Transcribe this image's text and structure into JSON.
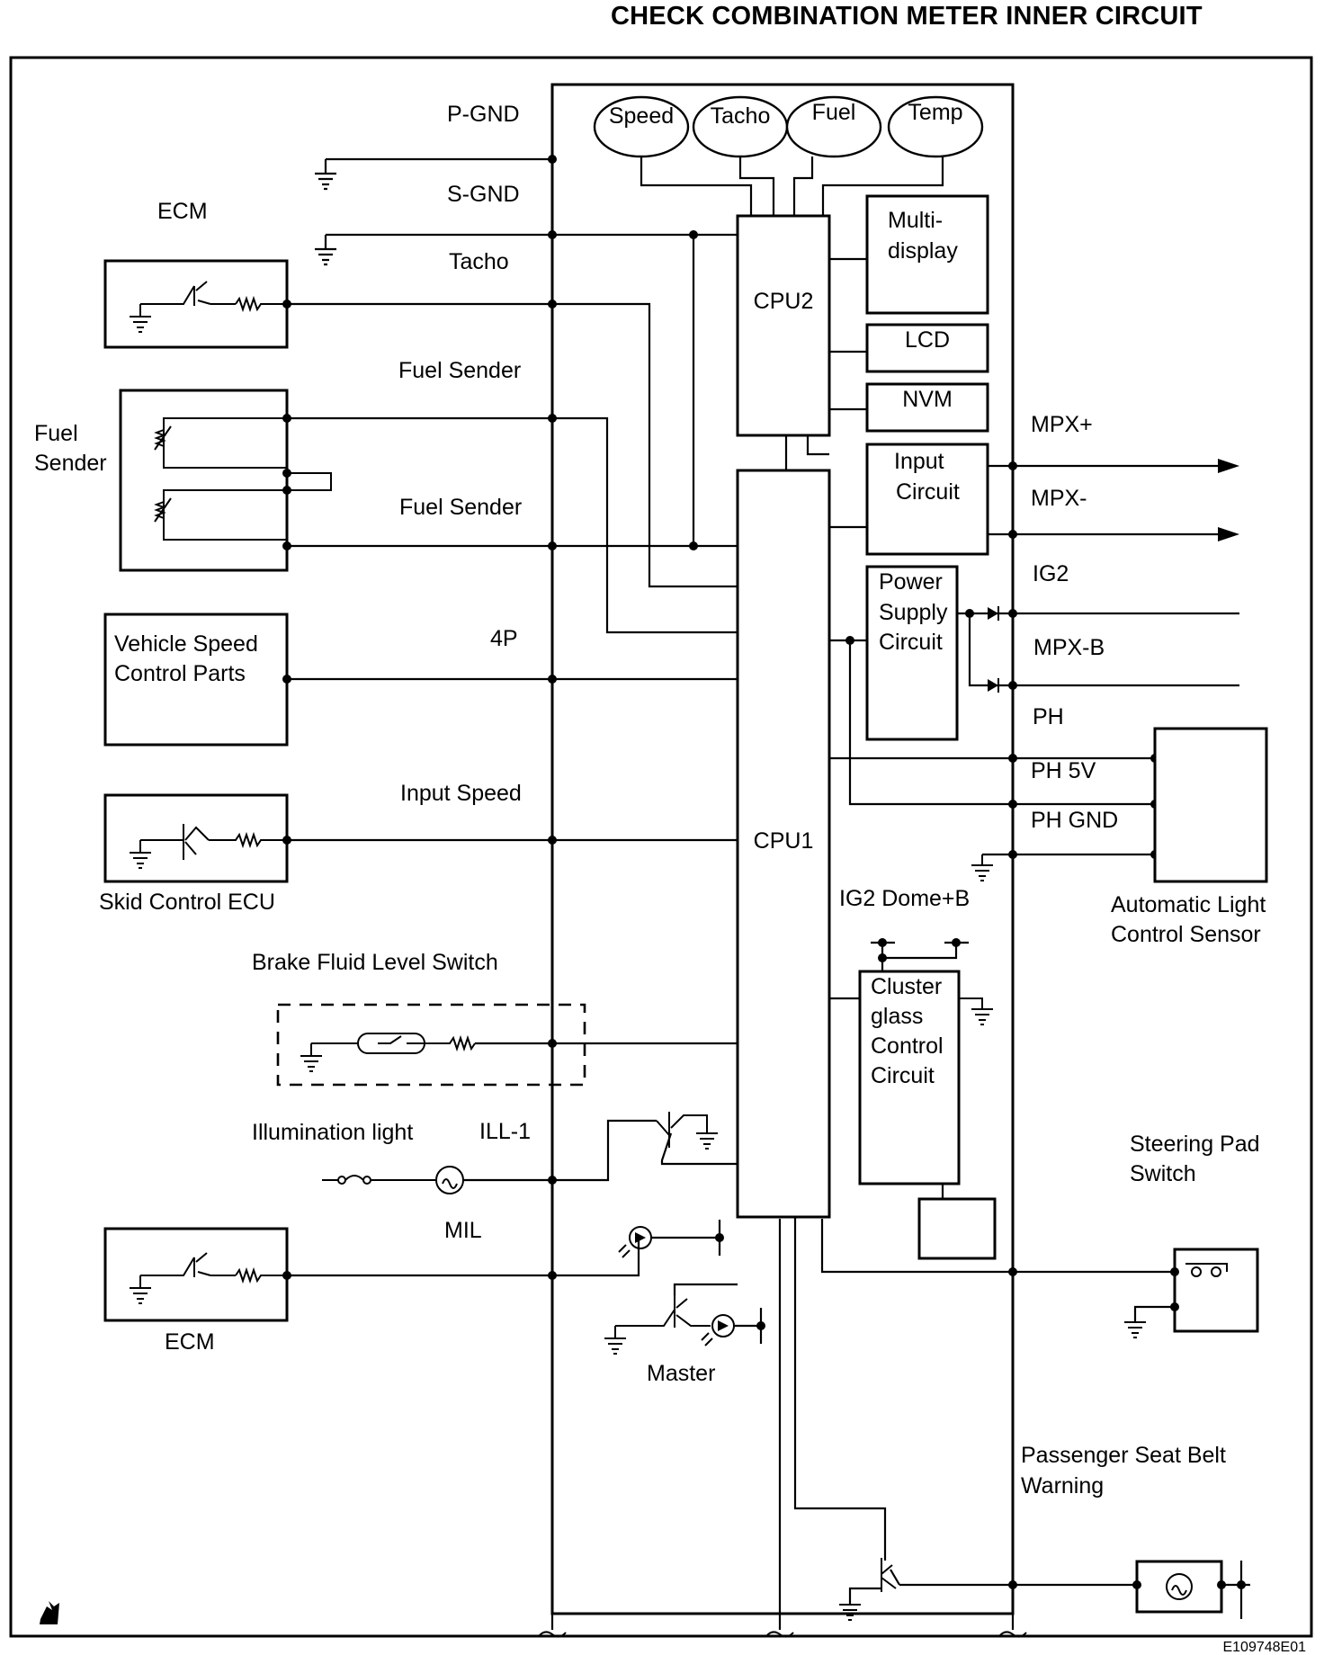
{
  "title": "CHECK COMBINATION METER INNER CIRCUIT",
  "figure_code": "E109748E01",
  "gauges": [
    "Speed",
    "Tacho",
    "Fuel",
    "Temp"
  ],
  "cpu2": "CPU2",
  "cpu1": "CPU1",
  "blocks": {
    "multi_display": [
      "Multi-",
      "display"
    ],
    "lcd": "LCD",
    "nvm": "NVM",
    "input_circuit": [
      "Input",
      "Circuit"
    ],
    "power_supply": [
      "Power",
      "Supply",
      "Circuit"
    ],
    "cluster_glass": [
      "Cluster",
      "glass",
      "Control",
      "Circuit"
    ]
  },
  "terminals_left": {
    "p_gnd": "P-GND",
    "s_gnd": "S-GND",
    "tacho": "Tacho",
    "fuel_sender_1": "Fuel Sender",
    "fuel_sender_2": "Fuel Sender",
    "p4": "4P",
    "input_speed": "Input Speed",
    "ill": "ILL-1",
    "mil": "MIL"
  },
  "terminals_right": {
    "mpx_plus": "MPX+",
    "mpx_minus": "MPX-",
    "ig2": "IG2",
    "mpx_b": "MPX-B",
    "ph": "PH",
    "ph5v": "PH 5V",
    "phgnd": "PH GND",
    "ig2dome": "IG2 Dome+B"
  },
  "components": {
    "ecm_top": "ECM",
    "fuel_sender": [
      "Fuel",
      "Sender"
    ],
    "vsc_parts": [
      "Vehicle Speed",
      "Control Parts"
    ],
    "skid_ecu": "Skid Control ECU",
    "brake_fluid": "Brake Fluid Level Switch",
    "illumination": "Illumination light",
    "ecm_bottom": "ECM",
    "master": "Master",
    "auto_light": [
      "Automatic Light",
      "Control Sensor"
    ],
    "steering_pad": [
      "Steering Pad",
      "Switch"
    ],
    "seat_belt": [
      "Passenger Seat Belt",
      "Warning"
    ]
  }
}
